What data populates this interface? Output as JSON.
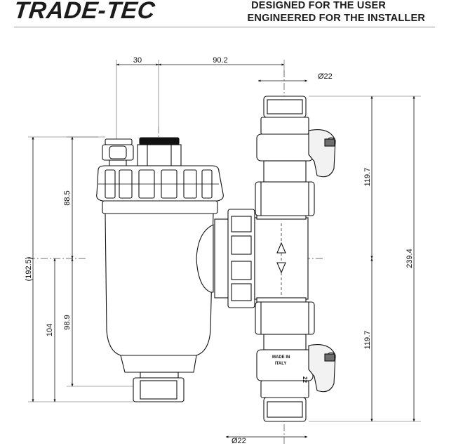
{
  "header": {
    "logo_text": "TRADE-TEC",
    "tagline_1": "DESIGNED FOR THE USER",
    "tagline_2": "ENGINEERED FOR THE INSTALLER"
  },
  "dimensions": {
    "top_left": "30",
    "top_right": "90.2",
    "pipe_top": "Ø22",
    "pipe_bottom": "Ø22",
    "overall_height": "(192.5)",
    "lower_104": "104",
    "upper_88_5": "88.5",
    "lower_98_9": "98.9",
    "right_upper": "119.7",
    "right_lower": "119.7",
    "right_total": "239.4"
  },
  "part_text": {
    "made_in_1": "MADE IN",
    "made_in_2": "ITALY",
    "size_mark": "22"
  },
  "colors": {
    "line": "#1a1a1a",
    "fill_dark": "#111111",
    "fill_mid": "#6e6e6e"
  }
}
